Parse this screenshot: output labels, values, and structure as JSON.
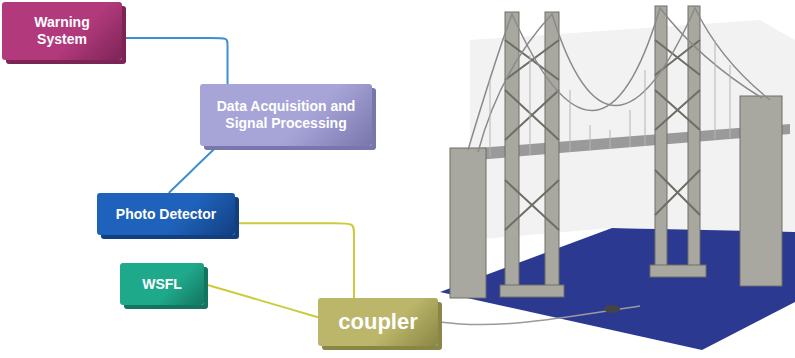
{
  "diagram": {
    "nodes": [
      {
        "text": [
          "Warning System"
        ]
      },
      {
        "text": [
          "Data Acquisition and Signal Processing"
        ]
      },
      {
        "text": [
          "Photo Detector"
        ]
      },
      {
        "text": [
          "WSFL"
        ]
      },
      {
        "text": [
          "coupler"
        ]
      }
    ],
    "edges": [
      {
        "from": 0,
        "to": 1,
        "arrow": "none"
      },
      {
        "from": 1,
        "to": 2,
        "arrow": "none"
      },
      {
        "from": 2,
        "to": 4,
        "arrow": "none"
      },
      {
        "from": 3,
        "to": 4,
        "arrow": "none"
      }
    ]
  }
}
